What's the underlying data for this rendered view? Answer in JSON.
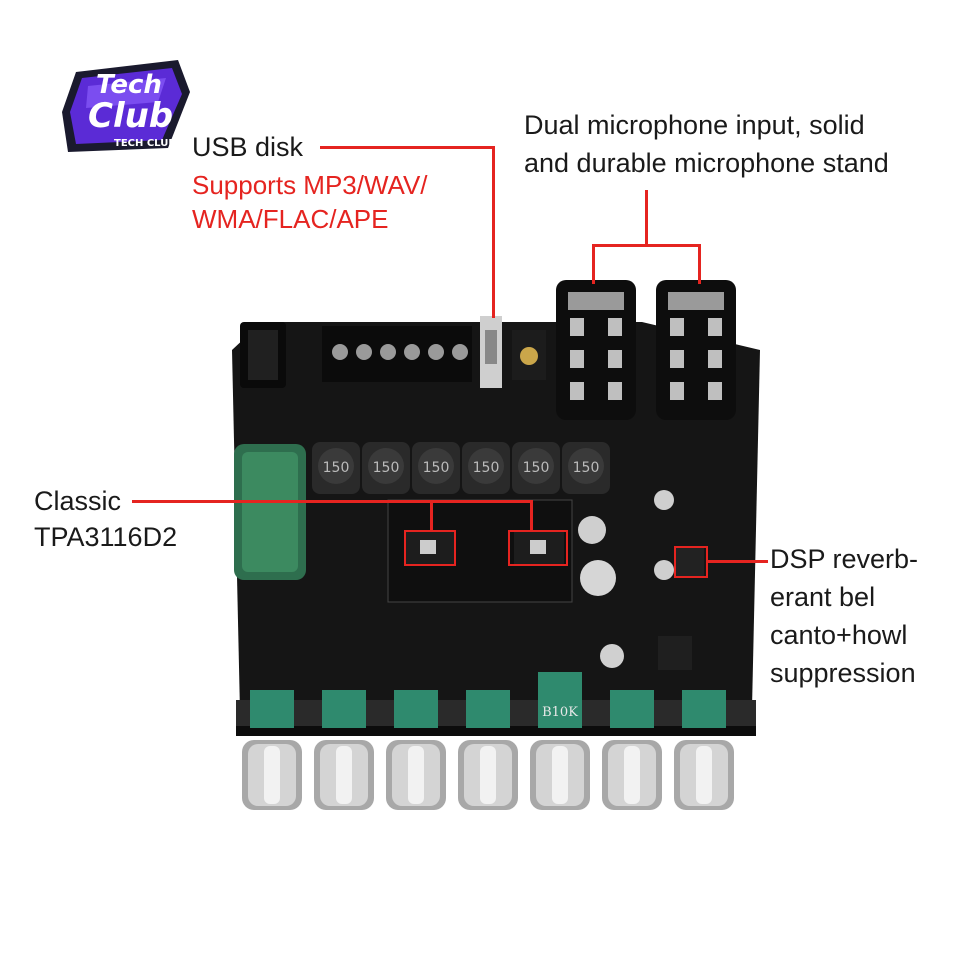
{
  "logo": {
    "word_top": "Tech",
    "word_main": "Club",
    "tagline": "TECH CLUB",
    "colors": {
      "purple": "#5b2bd6",
      "dark": "#1a1a2e"
    }
  },
  "labels": {
    "usb": {
      "title": "USB disk",
      "line1": "Supports MP3/WAV/",
      "line2": "WMA/FLAC/APE"
    },
    "mic": {
      "line1": "Dual microphone input, solid",
      "line2": "and durable microphone stand"
    },
    "amp": {
      "line1": "Classic",
      "line2": "TPA3116D2"
    },
    "dsp": {
      "line1": "DSP reverb-",
      "line2": "erant bel",
      "line3": "canto+howl",
      "line4": "suppression"
    }
  },
  "board": {
    "inductor_marking": "150",
    "pot_marking": "B10K",
    "knob_count": 7,
    "colors": {
      "pcb": "#151515",
      "callout": "#e52420",
      "pot": "#2f8a6e",
      "capacitor": "#2e6e4e"
    }
  }
}
